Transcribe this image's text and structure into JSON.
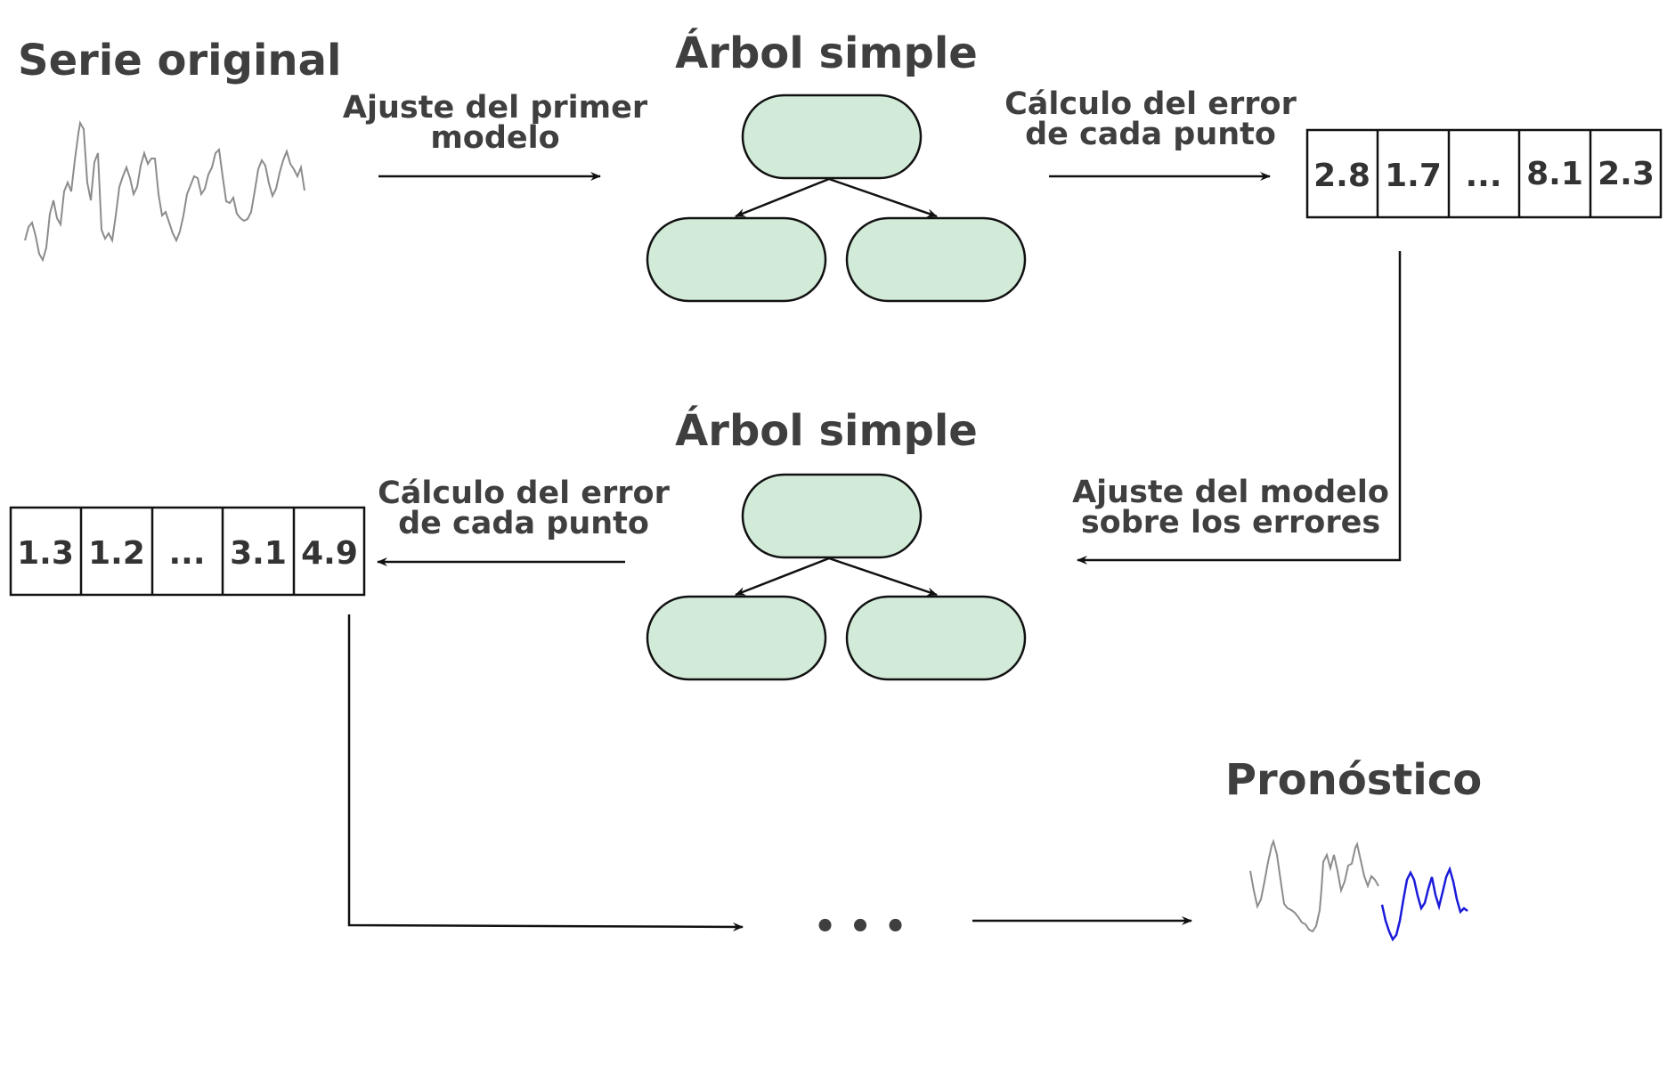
{
  "titles": {
    "original_series": "Serie original",
    "tree_1": "Árbol simple",
    "tree_2": "Árbol simple",
    "forecast": "Pronóstico"
  },
  "labels": {
    "fit_first_model": [
      "Ajuste del primer",
      "modelo"
    ],
    "error_calc_1": [
      "Cálculo del error",
      "de cada punto"
    ],
    "fit_on_errors": [
      "Ajuste del modelo",
      "sobre los errores"
    ],
    "error_calc_2": [
      "Cálculo del error",
      "de cada punto"
    ]
  },
  "error_table_1": [
    "2.8",
    "1.7",
    "...",
    "8.1",
    "2.3"
  ],
  "error_table_2": [
    "1.3",
    "1.2",
    "...",
    "3.1",
    "4.9"
  ],
  "continuation": "• • •",
  "colors": {
    "node_fill": "#d2ebd9",
    "line": "#111111",
    "original_series": "#8c8c8c",
    "forecast_series": "#1a1adb"
  }
}
